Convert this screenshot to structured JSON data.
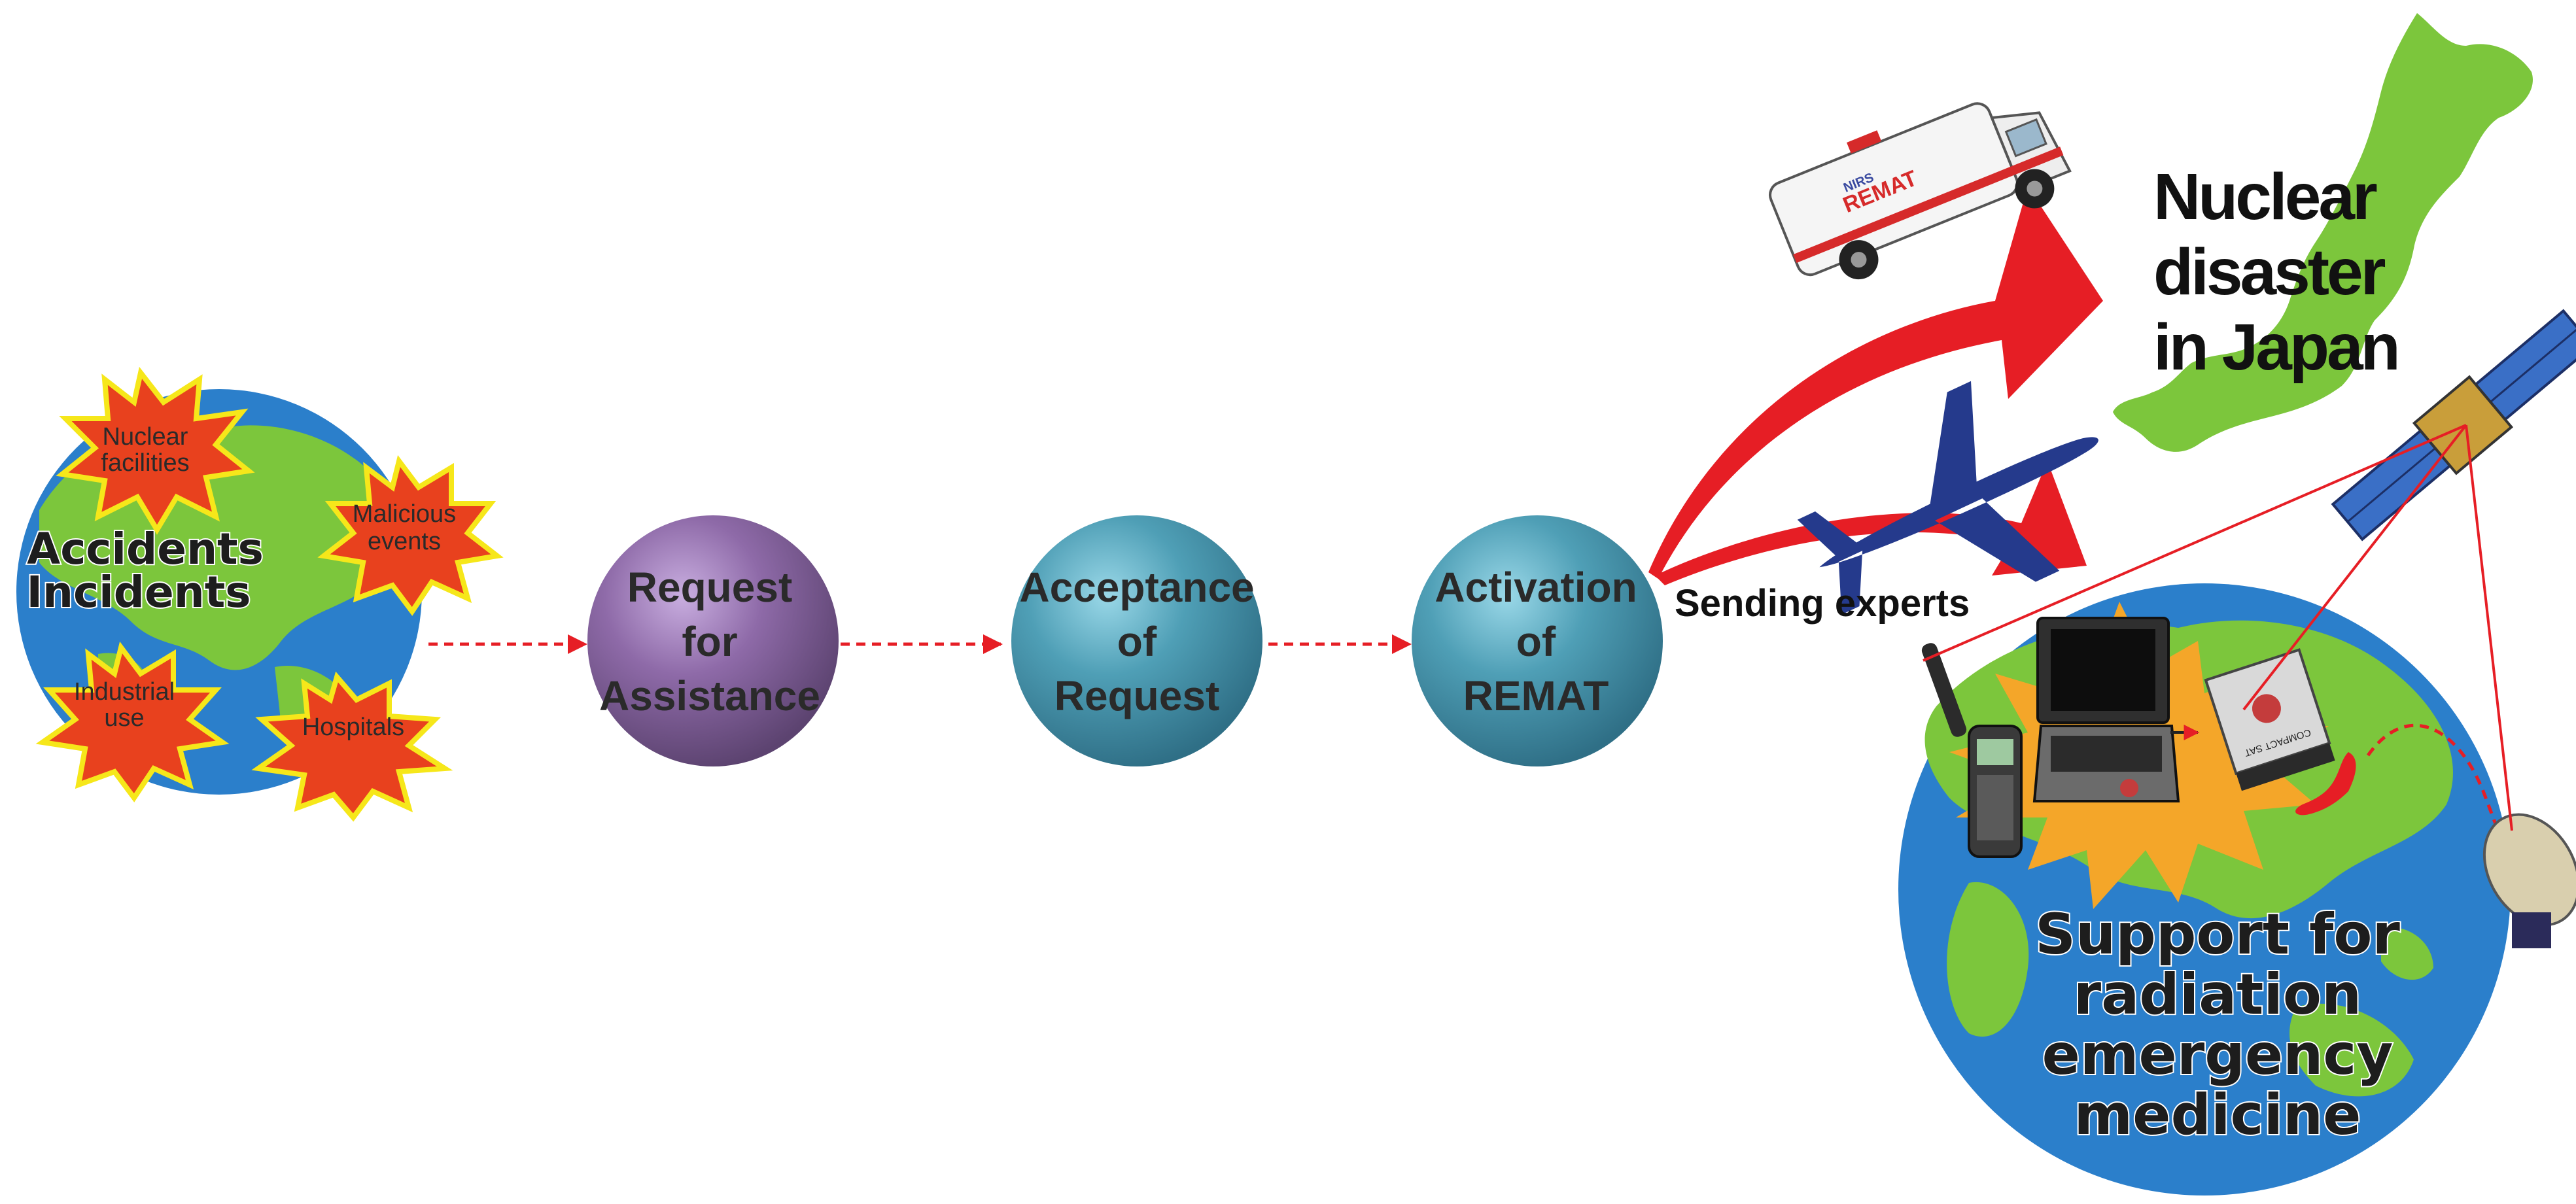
{
  "colors": {
    "ocean": "#2b7fcb",
    "land": "#7cc63c",
    "burst_fill": "#e8411e",
    "burst_edge": "#f6e71a",
    "arrow_red": "#e61e25",
    "plane_blue": "#253a8c",
    "sphere_purple": "#7a5b8d",
    "sphere_teal": "#3f8fa5",
    "orange_burst": "#f4a629"
  },
  "left_globe": {
    "title_lines": [
      "Accidents",
      "Incidents"
    ],
    "bursts": [
      {
        "id": "nuclear",
        "lines": [
          "Nuclear",
          "facilities"
        ]
      },
      {
        "id": "malicious",
        "lines": [
          "Malicious",
          "events"
        ]
      },
      {
        "id": "industrial",
        "lines": [
          "Industrial",
          "use"
        ]
      },
      {
        "id": "hospitals",
        "lines": [
          "Hospitals"
        ]
      }
    ]
  },
  "stages": [
    {
      "id": "request",
      "lines": [
        "Request",
        "for",
        "Assistance"
      ],
      "color": "purple"
    },
    {
      "id": "acceptance",
      "lines": [
        "Acceptance",
        "of",
        "Request"
      ],
      "color": "teal"
    },
    {
      "id": "activation",
      "lines": [
        "Activation",
        "of",
        "REMAT"
      ],
      "color": "teal"
    }
  ],
  "sending_label": "Sending experts",
  "japan_title_lines": [
    "Nuclear",
    "disaster",
    "in Japan"
  ],
  "right_globe": {
    "title_lines": [
      "Support for",
      "radiation",
      "emergency",
      "medicine"
    ]
  },
  "vehicle": {
    "brand_text": "REMAT",
    "sub_text": "NIRS"
  },
  "device_label": "COMPACT SAT"
}
